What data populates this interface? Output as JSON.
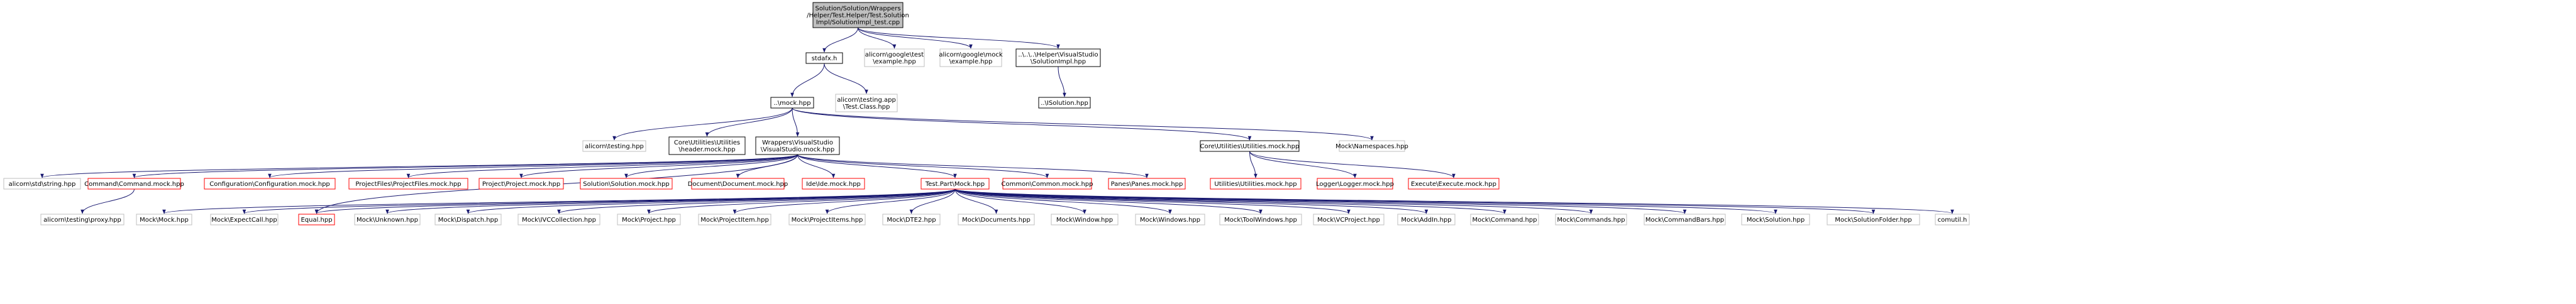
{
  "colors": {
    "edge": "#191970",
    "root_fill": "#bfbfbf",
    "root_border": "#000000",
    "normal_border": "#000000",
    "missing_border": "#bfbfbf",
    "red_border": "#ff0000",
    "missing_text": "#7f7f7f",
    "text": "#000000",
    "fill": "#ffffff"
  },
  "nodes": [
    {
      "id": "root",
      "kind": "root",
      "lines": [
        "Solution/Solution/Wrappers",
        "/Helper/Test.Helper/Test.Solution",
        "Impl/SolutionImpl_test.cpp"
      ]
    },
    {
      "id": "stdafx",
      "kind": "normal",
      "lines": [
        "stdafx.h"
      ]
    },
    {
      "id": "gtest",
      "kind": "missing",
      "lines": [
        "alicorn\\google\\test",
        "\\example.hpp"
      ]
    },
    {
      "id": "gmock",
      "kind": "missing",
      "lines": [
        "alicorn\\google\\mock",
        "\\example.hpp"
      ]
    },
    {
      "id": "solimpl",
      "kind": "normal",
      "lines": [
        "..\\..\\..\\Helper\\VisualStudio",
        "\\SolutionImpl.hpp"
      ]
    },
    {
      "id": "mock",
      "kind": "normal",
      "lines": [
        "..\\mock.hpp"
      ]
    },
    {
      "id": "testapp",
      "kind": "missing",
      "lines": [
        "alicorn\\testing.app",
        "\\Test.Class.hpp"
      ]
    },
    {
      "id": "isolution",
      "kind": "normal",
      "lines": [
        "..\\ISolution.hpp"
      ]
    },
    {
      "id": "atesting",
      "kind": "missing",
      "lines": [
        "alicorn\\testing.hpp"
      ]
    },
    {
      "id": "utilheader",
      "kind": "normal",
      "lines": [
        "Core\\Utilities\\Utilities",
        "\\header.mock.hpp"
      ]
    },
    {
      "id": "vsmock",
      "kind": "normal",
      "lines": [
        "Wrappers\\VisualStudio",
        "\\VisualStudio.mock.hpp"
      ]
    },
    {
      "id": "utilmock",
      "kind": "normal",
      "lines": [
        "Core\\Utilities\\Utilities.mock.hpp"
      ]
    },
    {
      "id": "mocknamespaces",
      "kind": "missing",
      "lines": [
        "Mock\\Namespaces.hpp"
      ]
    },
    {
      "id": "stdstring",
      "kind": "missing",
      "lines": [
        "alicorn\\std\\string.hpp"
      ]
    },
    {
      "id": "commandmock",
      "kind": "red",
      "lines": [
        "Command\\Command.mock.hpp"
      ]
    },
    {
      "id": "configmock",
      "kind": "red",
      "lines": [
        "Configuration\\Configuration.mock.hpp"
      ]
    },
    {
      "id": "projfilesmock",
      "kind": "red",
      "lines": [
        "ProjectFiles\\ProjectFiles.mock.hpp"
      ]
    },
    {
      "id": "projectmock",
      "kind": "red",
      "lines": [
        "Project\\Project.mock.hpp"
      ]
    },
    {
      "id": "solutionmock",
      "kind": "red",
      "lines": [
        "Solution\\Solution.mock.hpp"
      ]
    },
    {
      "id": "documentmock",
      "kind": "red",
      "lines": [
        "Document\\Document.mock.hpp"
      ]
    },
    {
      "id": "idemock",
      "kind": "red",
      "lines": [
        "Ide\\Ide.mock.hpp"
      ]
    },
    {
      "id": "testpartmock",
      "kind": "red",
      "lines": [
        "Test.Part\\Mock.hpp"
      ]
    },
    {
      "id": "commonmock",
      "kind": "red",
      "lines": [
        "Common\\Common.mock.hpp"
      ]
    },
    {
      "id": "panesmock",
      "kind": "red",
      "lines": [
        "Panes\\Panes.mock.hpp"
      ]
    },
    {
      "id": "utilitiesmock",
      "kind": "red",
      "lines": [
        "Utilities\\Utilities.mock.hpp"
      ]
    },
    {
      "id": "loggermock",
      "kind": "red",
      "lines": [
        "Logger\\Logger.mock.hpp"
      ]
    },
    {
      "id": "executemock",
      "kind": "red",
      "lines": [
        "Execute\\Execute.mock.hpp"
      ]
    },
    {
      "id": "proxy",
      "kind": "missing",
      "lines": [
        "alicorn\\testing\\proxy.hpp"
      ]
    },
    {
      "id": "mockmock",
      "kind": "missing",
      "lines": [
        "Mock\\Mock.hpp"
      ]
    },
    {
      "id": "expectcall",
      "kind": "missing",
      "lines": [
        "Mock\\ExpectCall.hpp"
      ]
    },
    {
      "id": "equal",
      "kind": "red",
      "lines": [
        "Equal.hpp"
      ]
    },
    {
      "id": "unknown",
      "kind": "missing",
      "lines": [
        "Mock\\Unknown.hpp"
      ]
    },
    {
      "id": "dispatch",
      "kind": "missing",
      "lines": [
        "Mock\\Dispatch.hpp"
      ]
    },
    {
      "id": "vccollection",
      "kind": "missing",
      "lines": [
        "Mock\\IVCCollection.hpp"
      ]
    },
    {
      "id": "mproject",
      "kind": "missing",
      "lines": [
        "Mock\\Project.hpp"
      ]
    },
    {
      "id": "projectitem",
      "kind": "missing",
      "lines": [
        "Mock\\ProjectItem.hpp"
      ]
    },
    {
      "id": "projectitems",
      "kind": "missing",
      "lines": [
        "Mock\\ProjectItems.hpp"
      ]
    },
    {
      "id": "dte2",
      "kind": "missing",
      "lines": [
        "Mock\\DTE2.hpp"
      ]
    },
    {
      "id": "documents",
      "kind": "missing",
      "lines": [
        "Mock\\Documents.hpp"
      ]
    },
    {
      "id": "window",
      "kind": "missing",
      "lines": [
        "Mock\\Window.hpp"
      ]
    },
    {
      "id": "windows",
      "kind": "missing",
      "lines": [
        "Mock\\Windows.hpp"
      ]
    },
    {
      "id": "toolwindows",
      "kind": "missing",
      "lines": [
        "Mock\\ToolWindows.hpp"
      ]
    },
    {
      "id": "vcproject",
      "kind": "missing",
      "lines": [
        "Mock\\VCProject.hpp"
      ]
    },
    {
      "id": "addin",
      "kind": "missing",
      "lines": [
        "Mock\\AddIn.hpp"
      ]
    },
    {
      "id": "command",
      "kind": "missing",
      "lines": [
        "Mock\\Command.hpp"
      ]
    },
    {
      "id": "commands",
      "kind": "missing",
      "lines": [
        "Mock\\Commands.hpp"
      ]
    },
    {
      "id": "commandbars",
      "kind": "missing",
      "lines": [
        "Mock\\CommandBars.hpp"
      ]
    },
    {
      "id": "msolution",
      "kind": "missing",
      "lines": [
        "Mock\\Solution.hpp"
      ]
    },
    {
      "id": "solutionfolder",
      "kind": "missing",
      "lines": [
        "Mock\\SolutionFolder.hpp"
      ]
    },
    {
      "id": "comutil",
      "kind": "missing",
      "lines": [
        "comutil.h"
      ]
    }
  ],
  "edges": [
    [
      "root",
      "stdafx"
    ],
    [
      "root",
      "gtest"
    ],
    [
      "root",
      "gmock"
    ],
    [
      "root",
      "solimpl"
    ],
    [
      "stdafx",
      "mock"
    ],
    [
      "stdafx",
      "testapp"
    ],
    [
      "solimpl",
      "isolution"
    ],
    [
      "mock",
      "atesting"
    ],
    [
      "mock",
      "utilheader"
    ],
    [
      "mock",
      "vsmock"
    ],
    [
      "mock",
      "utilmock"
    ],
    [
      "mock",
      "mocknamespaces"
    ],
    [
      "vsmock",
      "stdstring"
    ],
    [
      "vsmock",
      "commandmock"
    ],
    [
      "vsmock",
      "configmock"
    ],
    [
      "vsmock",
      "projfilesmock"
    ],
    [
      "vsmock",
      "projectmock"
    ],
    [
      "vsmock",
      "solutionmock"
    ],
    [
      "vsmock",
      "documentmock"
    ],
    [
      "vsmock",
      "idemock"
    ],
    [
      "vsmock",
      "testpartmock"
    ],
    [
      "vsmock",
      "commonmock"
    ],
    [
      "vsmock",
      "panesmock"
    ],
    [
      "vsmock",
      "equal"
    ],
    [
      "utilmock",
      "utilitiesmock"
    ],
    [
      "utilmock",
      "loggermock"
    ],
    [
      "utilmock",
      "executemock"
    ],
    [
      "commandmock",
      "proxy"
    ],
    [
      "testpartmock",
      "mockmock"
    ],
    [
      "testpartmock",
      "expectcall"
    ],
    [
      "testpartmock",
      "equal"
    ],
    [
      "testpartmock",
      "unknown"
    ],
    [
      "testpartmock",
      "dispatch"
    ],
    [
      "testpartmock",
      "vccollection"
    ],
    [
      "testpartmock",
      "mproject"
    ],
    [
      "testpartmock",
      "projectitem"
    ],
    [
      "testpartmock",
      "projectitems"
    ],
    [
      "testpartmock",
      "dte2"
    ],
    [
      "testpartmock",
      "documents"
    ],
    [
      "testpartmock",
      "window"
    ],
    [
      "testpartmock",
      "windows"
    ],
    [
      "testpartmock",
      "toolwindows"
    ],
    [
      "testpartmock",
      "vcproject"
    ],
    [
      "testpartmock",
      "addin"
    ],
    [
      "testpartmock",
      "command"
    ],
    [
      "testpartmock",
      "commands"
    ],
    [
      "testpartmock",
      "commandbars"
    ],
    [
      "testpartmock",
      "msolution"
    ],
    [
      "testpartmock",
      "solutionfolder"
    ],
    [
      "testpartmock",
      "comutil"
    ]
  ]
}
